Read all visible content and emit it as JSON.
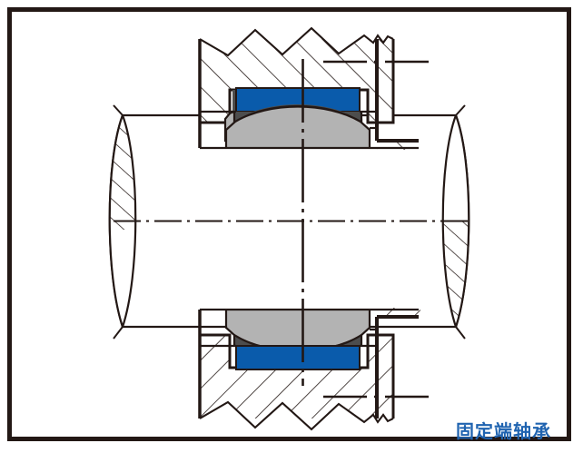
{
  "figure": {
    "title": "固定端轴承",
    "type": "mechanical-cross-section-drawing",
    "caption_color": "#1f63b0",
    "border_color": "#231815",
    "background": "#ffffff"
  },
  "colors": {
    "outline": "#231815",
    "outer_ring_blue": "#0a5bab",
    "inner_ring_dark_gray": "#4d4d4d",
    "shaft_sleeve_light_gray": "#b3b3b3",
    "white_fill": "#ffffff",
    "caption_blue": "#1f63b0"
  },
  "components": [
    {
      "id": "housing-upper",
      "label": "Housing (upper, sectioned with hatching)"
    },
    {
      "id": "housing-lower",
      "label": "Housing (lower, sectioned with hatching)"
    },
    {
      "id": "outer-ring-upper",
      "label": "Bearing outer ring (upper)",
      "color": "#0a5bab"
    },
    {
      "id": "outer-ring-lower",
      "label": "Bearing outer ring (lower)",
      "color": "#0a5bab"
    },
    {
      "id": "inner-ring-upper",
      "label": "Bearing inner ring (upper)",
      "color": "#4d4d4d"
    },
    {
      "id": "inner-ring-lower",
      "label": "Bearing inner ring (lower)",
      "color": "#4d4d4d"
    },
    {
      "id": "sleeve-upper",
      "label": "Spherical seating ring (upper)",
      "color": "#b3b3b3"
    },
    {
      "id": "sleeve-lower",
      "label": "Spherical seating ring (lower)",
      "color": "#b3b3b3"
    },
    {
      "id": "shaft",
      "label": "Shaft with broken-out section ends"
    },
    {
      "id": "axis-centerline",
      "label": "Horizontal axis centerline (dash-dot)"
    },
    {
      "id": "vertical-centerline",
      "label": "Vertical centerline (dash-dot)"
    },
    {
      "id": "upper-ref-line",
      "label": "Upper reference centerline (dash-dot)"
    },
    {
      "id": "lower-ref-line",
      "label": "Lower reference centerline (dash-dot)"
    }
  ]
}
